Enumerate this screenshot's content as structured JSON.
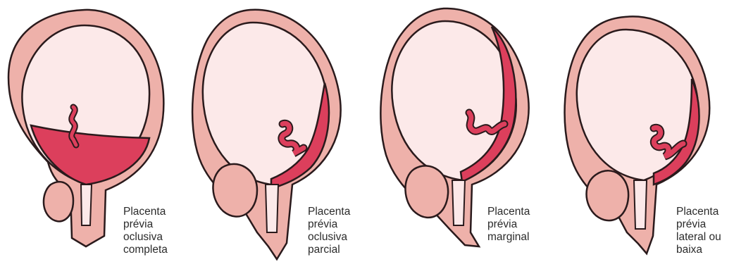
{
  "colors": {
    "uterus_wall": "#eeb1aa",
    "cavity": "#fce9e9",
    "placenta": "#dc3f5c",
    "outline": "#2a1a1c",
    "caption_text": "#2b2b2b"
  },
  "panels": [
    {
      "id": "completa",
      "caption": [
        "Placenta",
        "prévia",
        "oclusiva",
        "completa"
      ]
    },
    {
      "id": "parcial",
      "caption": [
        "Placenta",
        "prévia",
        "oclusiva",
        "parcial"
      ]
    },
    {
      "id": "marginal",
      "caption": [
        "Placenta",
        "prévia",
        "marginal"
      ]
    },
    {
      "id": "lateral",
      "caption": [
        "Placenta",
        "prévia",
        "lateral ou",
        "baixa"
      ]
    }
  ]
}
